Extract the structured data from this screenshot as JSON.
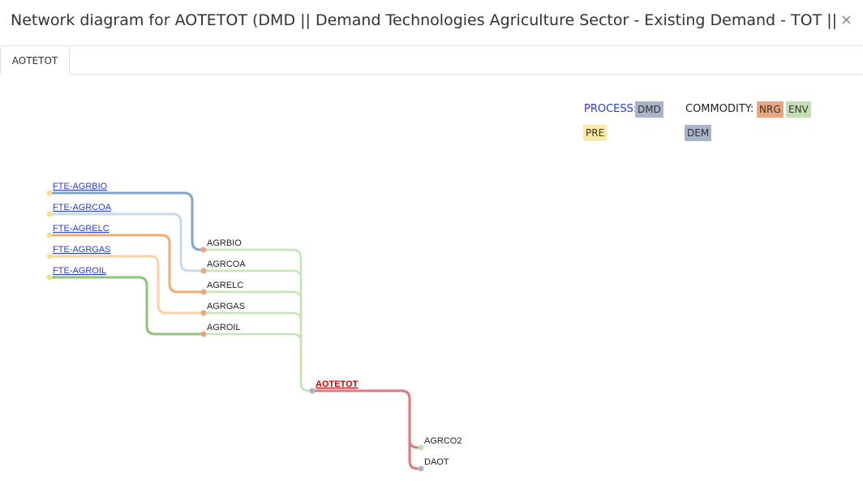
{
  "window": {
    "title": "Network diagram for AOTETOT (DMD || Demand Technologies Agriculture Sector - Existing Demand - TOT || AUnit:PJ",
    "close_glyph": "×"
  },
  "tabs": [
    {
      "label": "AOTETOT"
    }
  ],
  "legend": {
    "process_label": "PROCESS:",
    "commodity_label": "COMMODITY:",
    "process_types": [
      {
        "label": "DMD",
        "color": "#aab4c8"
      },
      {
        "label": "PRE",
        "color": "#fde9a6"
      }
    ],
    "commodity_types": [
      {
        "label": "NRG",
        "color": "#eaa57d"
      },
      {
        "label": "ENV",
        "color": "#c5e0b0"
      },
      {
        "label": "DEM",
        "color": "#aab4c8"
      }
    ]
  },
  "diagram": {
    "processes_in": [
      {
        "label": "FTE-AGRBIO",
        "color": "#7fa7c8"
      },
      {
        "label": "FTE-AGRCOA",
        "color": "#c8d9ee"
      },
      {
        "label": "FTE-AGRELC",
        "color": "#f4ac72"
      },
      {
        "label": "FTE-AGRGAS",
        "color": "#f9d2a8"
      },
      {
        "label": "FTE-AGROIL",
        "color": "#8cc47a"
      }
    ],
    "commodities_in": [
      {
        "label": "AGRBIO"
      },
      {
        "label": "AGRCOA"
      },
      {
        "label": "AGRELC"
      },
      {
        "label": "AGRGAS"
      },
      {
        "label": "AGROIL"
      }
    ],
    "focus_process": {
      "label": "AOTETOT",
      "color": "#cc0000"
    },
    "commodities_out": [
      {
        "label": "AGRCO2"
      },
      {
        "label": "DAOT"
      }
    ],
    "colors": {
      "input_link": "#c5e6b3",
      "output_link": "#e07880",
      "pre_node": "#f7e08a",
      "nrg_node": "#eaa57d",
      "env_node": "#c5e0b0",
      "dem_node": "#aab4c8",
      "process_text": "#2b3bcf",
      "commodity_text": "#222222"
    }
  }
}
